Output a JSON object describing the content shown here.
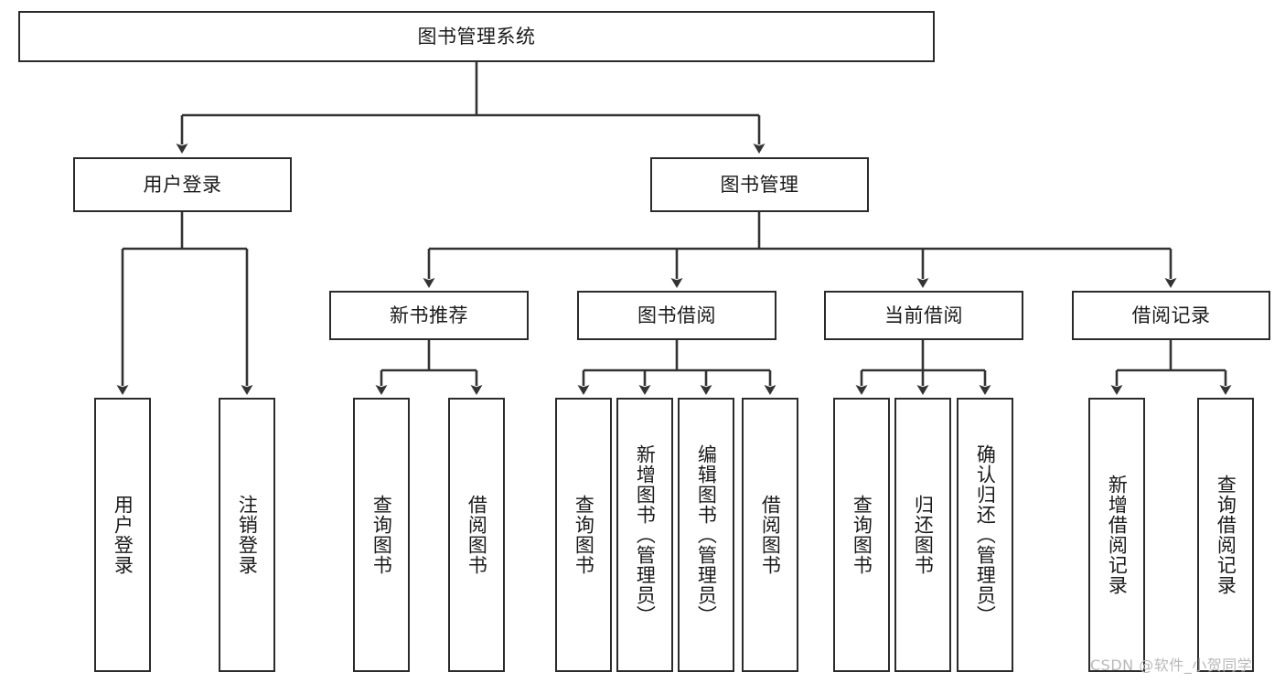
{
  "diagram": {
    "type": "tree-hierarchy",
    "title": "图书管理系统",
    "watermark": "CSDN @软件_小贺同学",
    "colors": {
      "box_border": "#2b2b2b",
      "box_fill": "#ffffff",
      "connector": "#333333",
      "text": "#1a1a1a",
      "watermark": "#b9b9b9",
      "background": "#ffffff"
    },
    "levels": {
      "root": {
        "label": "图书管理系统",
        "orientation": "horizontal"
      },
      "level2": [
        {
          "id": "user-login",
          "label": "用户登录",
          "orientation": "horizontal"
        },
        {
          "id": "book-manage",
          "label": "图书管理",
          "orientation": "horizontal"
        }
      ],
      "level3": [
        {
          "id": "new-book-recommend",
          "label": "新书推荐",
          "orientation": "horizontal",
          "parent": "book-manage"
        },
        {
          "id": "book-borrow",
          "label": "图书借阅",
          "orientation": "horizontal",
          "parent": "book-manage"
        },
        {
          "id": "current-borrow",
          "label": "当前借阅",
          "orientation": "horizontal",
          "parent": "book-manage"
        },
        {
          "id": "borrow-record",
          "label": "借阅记录",
          "orientation": "horizontal",
          "parent": "book-manage"
        }
      ],
      "leaves": [
        {
          "id": "leaf-user-login",
          "label": "用户登录",
          "parent": "user-login"
        },
        {
          "id": "leaf-user-logout",
          "label": "注销登录",
          "parent": "user-login"
        },
        {
          "id": "leaf-query-book-1",
          "label": "查询图书",
          "parent": "new-book-recommend"
        },
        {
          "id": "leaf-borrow-book-1",
          "label": "借阅图书",
          "parent": "new-book-recommend"
        },
        {
          "id": "leaf-query-book-2",
          "label": "查询图书",
          "parent": "book-borrow"
        },
        {
          "id": "leaf-add-book",
          "label": "新增图书（管理员）",
          "parent": "book-borrow"
        },
        {
          "id": "leaf-edit-book",
          "label": "编辑图书（管理员）",
          "parent": "book-borrow"
        },
        {
          "id": "leaf-borrow-book-2",
          "label": "借阅图书",
          "parent": "book-borrow"
        },
        {
          "id": "leaf-query-book-3",
          "label": "查询图书",
          "parent": "current-borrow"
        },
        {
          "id": "leaf-return-book",
          "label": "归还图书",
          "parent": "current-borrow"
        },
        {
          "id": "leaf-confirm-return",
          "label": "确认归还（管理员）",
          "parent": "current-borrow"
        },
        {
          "id": "leaf-add-record",
          "label": "新增借阅记录",
          "parent": "borrow-record"
        },
        {
          "id": "leaf-query-record",
          "label": "查询借阅记录",
          "parent": "borrow-record"
        }
      ]
    }
  }
}
